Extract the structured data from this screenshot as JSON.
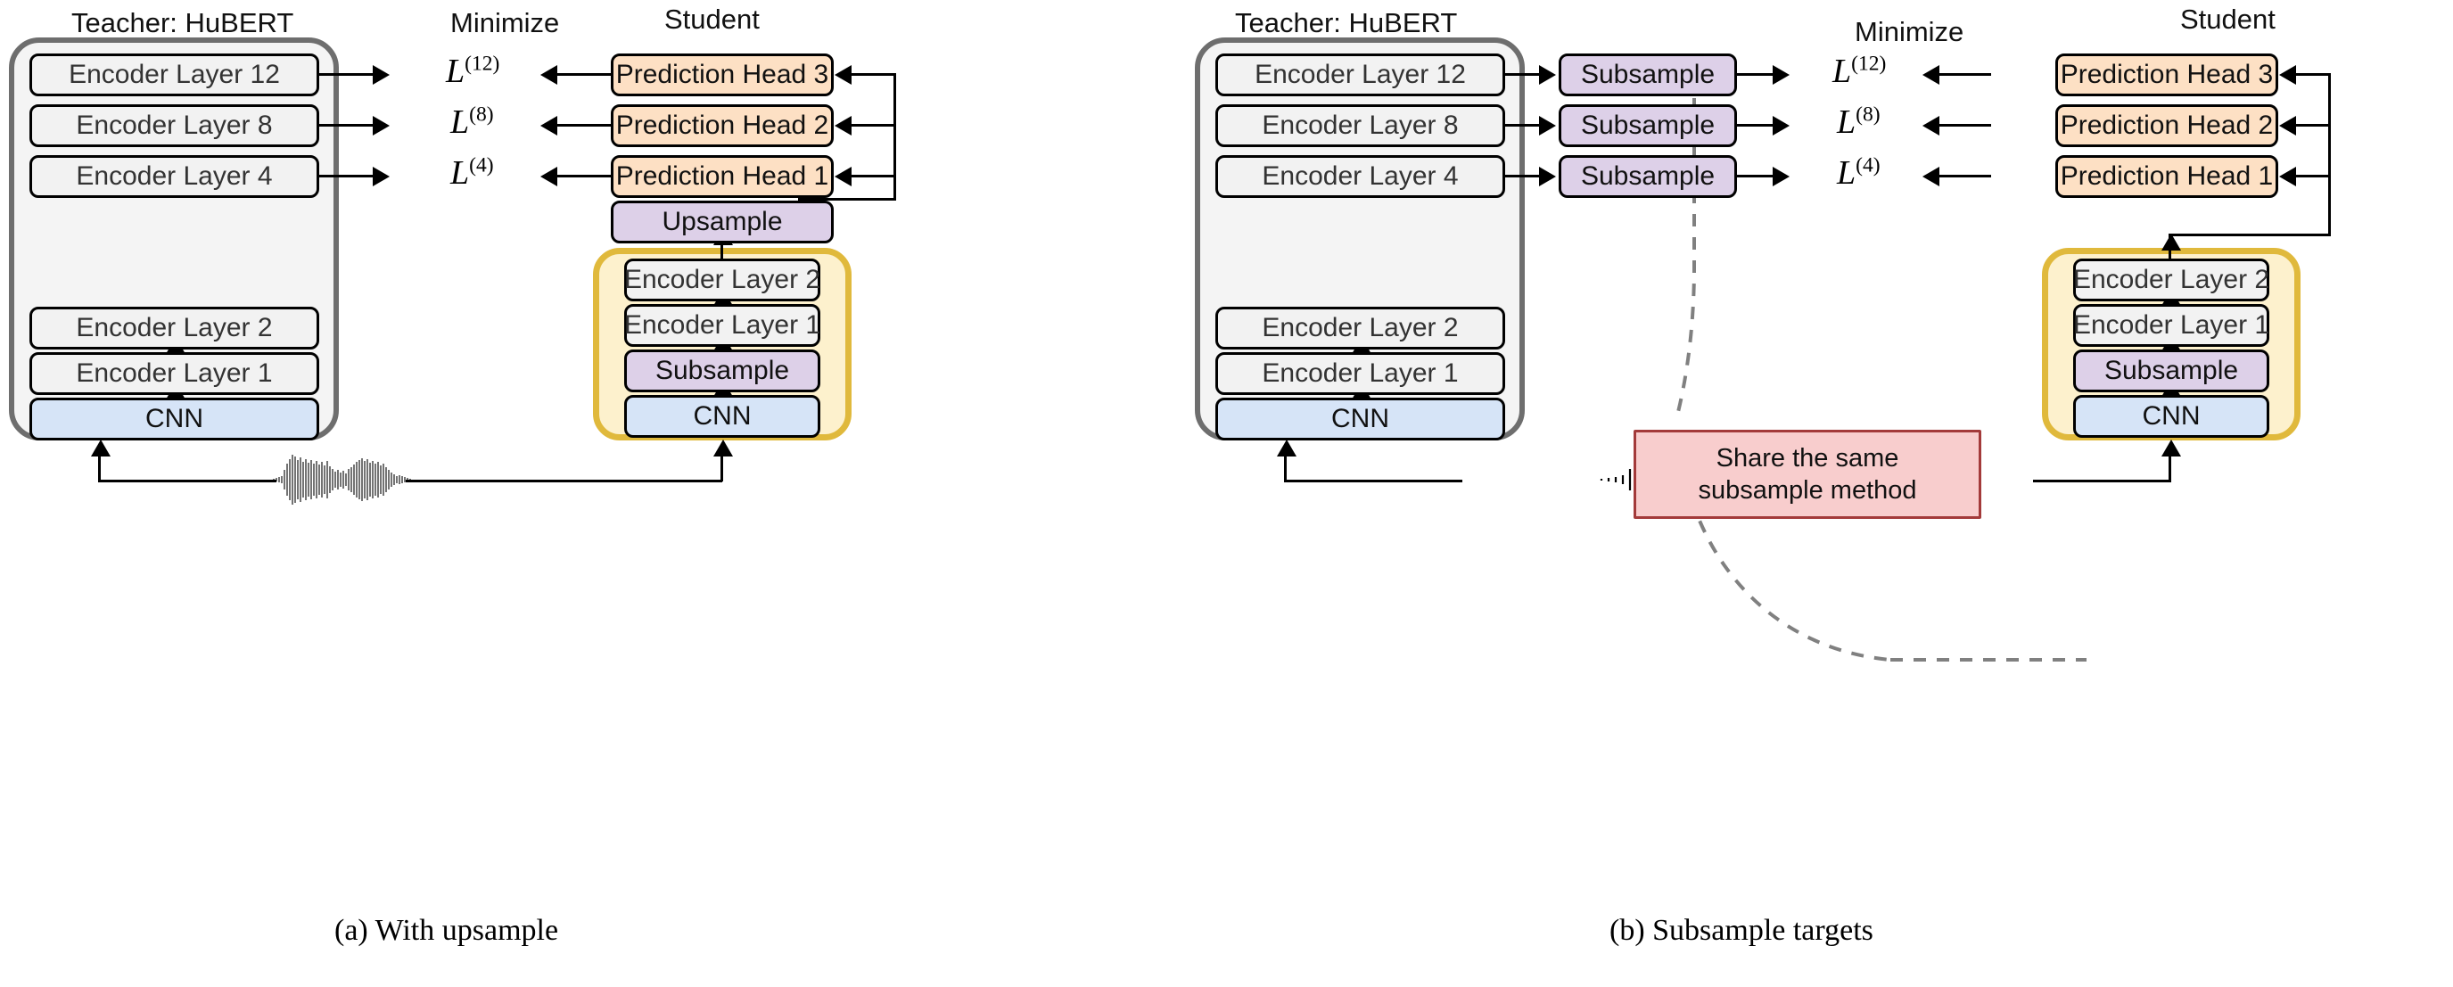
{
  "figure": {
    "panels": [
      {
        "id": "a",
        "caption": "(a) With upsample",
        "teacher_title": "Teacher: HuBERT",
        "minimize_title": "Minimize",
        "student_title": "Student",
        "teacher_layers": [
          "Encoder Layer 12",
          "Encoder Layer 8",
          "Encoder Layer 4",
          "Encoder Layer 2",
          "Encoder Layer 1"
        ],
        "teacher_cnn": "CNN",
        "losses": [
          "L(12)",
          "L(8)",
          "L(4)"
        ],
        "loss_parts": [
          {
            "base": "L",
            "sup": "(12)"
          },
          {
            "base": "L",
            "sup": "(8)"
          },
          {
            "base": "L",
            "sup": "(4)"
          }
        ],
        "prediction_heads": [
          "Prediction Head 3",
          "Prediction Head 2",
          "Prediction Head 1"
        ],
        "upsample": "Upsample",
        "student_layers": [
          "Encoder Layer 2",
          "Encoder Layer 1"
        ],
        "student_subsample": "Subsample",
        "student_cnn": "CNN"
      },
      {
        "id": "b",
        "caption": "(b) Subsample targets",
        "teacher_title": "Teacher: HuBERT",
        "minimize_title": "Minimize",
        "student_title": "Student",
        "teacher_layers": [
          "Encoder Layer 12",
          "Encoder Layer 8",
          "Encoder Layer 4",
          "Encoder Layer 2",
          "Encoder Layer 1"
        ],
        "teacher_cnn": "CNN",
        "subsamples": [
          "Subsample",
          "Subsample",
          "Subsample"
        ],
        "loss_parts": [
          {
            "base": "L",
            "sup": "(12)"
          },
          {
            "base": "L",
            "sup": "(8)"
          },
          {
            "base": "L",
            "sup": "(4)"
          }
        ],
        "prediction_heads": [
          "Prediction Head 3",
          "Prediction Head 2",
          "Prediction Head 1"
        ],
        "note_line1": "Share the same",
        "note_line2": "subsample method",
        "student_layers": [
          "Encoder Layer 2",
          "Encoder Layer 1"
        ],
        "student_subsample": "Subsample",
        "student_cnn": "CNN"
      }
    ],
    "colors": {
      "encoder": "#f2f2f2",
      "cnn": "#d6e4f7",
      "subsample": "#ddd0e8",
      "upsample": "#ddd0e8",
      "prediction_head": "#fde0c4",
      "teacher_container_border": "#6e6e6e",
      "teacher_container_fill": "#f4f4f4",
      "student_container_border": "#e0b93c",
      "student_container_fill": "#fdf1cd",
      "note_fill": "#f8cdcd",
      "note_border": "#a33a3a",
      "dashed_curve": "#808080"
    },
    "icons": {
      "waveform": "audio-waveform-icon"
    }
  }
}
